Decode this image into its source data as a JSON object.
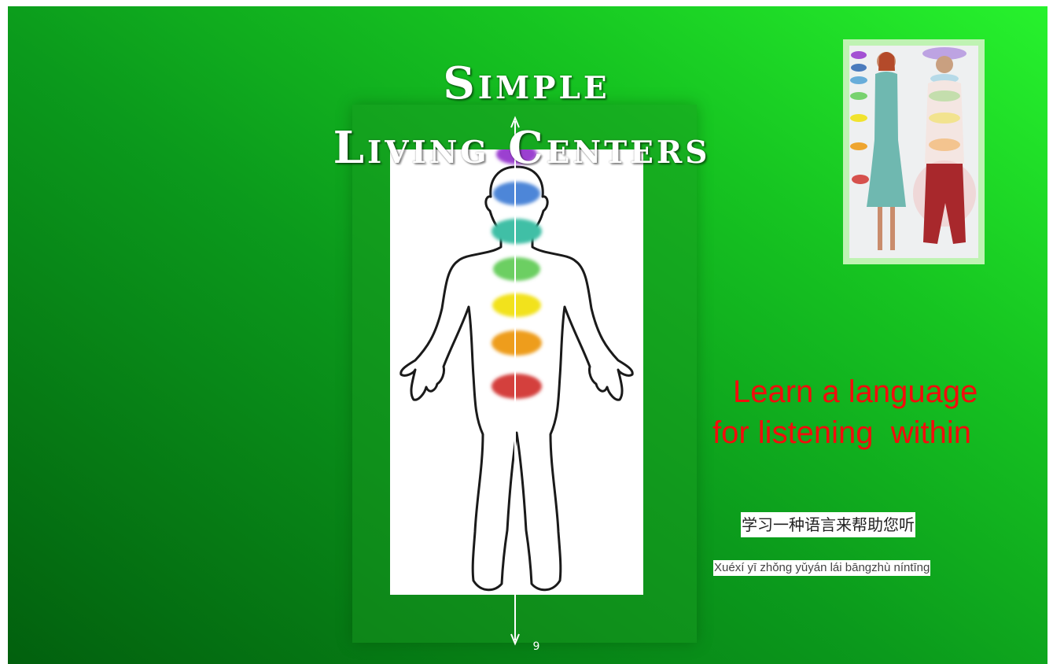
{
  "slide": {
    "title_line1": "Simple",
    "title_line2": "Living Centers",
    "tagline_line1": "Learn a language",
    "tagline_line2": "for listening  within",
    "chinese_text": "学习一种语言来帮助您听",
    "pinyin_text": "Xuéxí yī zhǒng yǔyán lái bāngzhù níntīng",
    "page_number": "9"
  },
  "icons": [
    "body-outline-icon",
    "vertical-axis-arrow-icon"
  ],
  "colors": {
    "background_dark": "#02600e",
    "background_light": "#27f22d",
    "title": "#ffffff",
    "tagline": "#f20c0c",
    "center_violet": "#9b3fd0",
    "center_blue": "#4e86d8",
    "center_teal": "#3fbfa6",
    "center_green": "#6ccf62",
    "center_yellow": "#f2e21a",
    "center_orange": "#ee9d1c",
    "center_red": "#d4403c"
  }
}
